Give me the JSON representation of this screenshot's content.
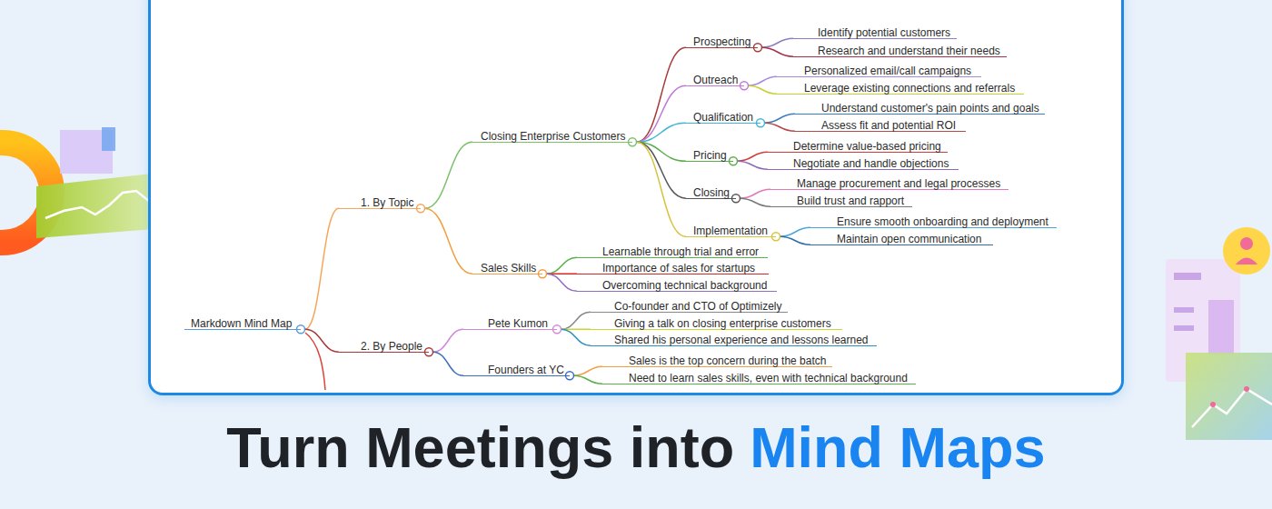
{
  "diagram": {
    "title": "Turn Meetings into",
    "nodes": [
      {
        "text": [
          "Markdown Mind Map"
        ]
      },
      {
        "text": [
          "1. By Topic"
        ]
      },
      {
        "text": [
          "Closing Enterprise Customers"
        ]
      },
      {
        "text": [
          "Prospecting"
        ]
      },
      {
        "text": [
          "Identify potential customers"
        ]
      },
      {
        "text": [
          "Research and understand their needs"
        ]
      },
      {
        "text": [
          "Outreach"
        ]
      },
      {
        "text": [
          "Personalized email/call campaigns"
        ]
      },
      {
        "text": [
          "Leverage existing connections and referrals"
        ]
      },
      {
        "text": [
          "Qualification"
        ]
      },
      {
        "text": [
          "Understand customer's pain points and goals"
        ]
      },
      {
        "text": [
          "Assess fit and potential ROI"
        ]
      },
      {
        "text": [
          "Pricing"
        ]
      },
      {
        "text": [
          "Determine value-based pricing"
        ]
      },
      {
        "text": [
          "Negotiate and handle objections"
        ]
      },
      {
        "text": [
          "Closing"
        ]
      },
      {
        "text": [
          "Manage procurement and legal processes"
        ]
      },
      {
        "text": [
          "Build trust and rapport"
        ]
      },
      {
        "text": [
          "Implementation"
        ]
      },
      {
        "text": [
          "Ensure smooth onboarding and deployment"
        ]
      },
      {
        "text": [
          "Maintain open communication"
        ]
      },
      {
        "text": [
          "Sales Skills"
        ]
      },
      {
        "text": [
          "Learnable through trial and error"
        ]
      },
      {
        "text": [
          "Importance of sales for startups"
        ]
      },
      {
        "text": [
          "Overcoming technical background"
        ]
      },
      {
        "text": [
          "2. By People"
        ]
      },
      {
        "text": [
          "Pete Kumon"
        ]
      },
      {
        "text": [
          "Co-founder and CTO of Optimizely"
        ]
      },
      {
        "text": [
          "Giving a talk on closing enterprise customers"
        ]
      },
      {
        "text": [
          "Shared his personal experience and lessons learned"
        ]
      },
      {
        "text": [
          "Founders at YC"
        ]
      },
      {
        "text": [
          "Sales is the top concern during the batch"
        ]
      },
      {
        "text": [
          "Need to learn sales skills, even with technical background"
        ]
      }
    ],
    "edges": [
      {
        "from": 0,
        "to": 1,
        "arrow": "none"
      },
      {
        "from": 1,
        "to": 2,
        "arrow": "none"
      },
      {
        "from": 2,
        "to": 3,
        "arrow": "none"
      },
      {
        "from": 3,
        "to": 4,
        "arrow": "none"
      },
      {
        "from": 3,
        "to": 5,
        "arrow": "none"
      },
      {
        "from": 2,
        "to": 6,
        "arrow": "none"
      },
      {
        "from": 6,
        "to": 7,
        "arrow": "none"
      },
      {
        "from": 6,
        "to": 8,
        "arrow": "none"
      },
      {
        "from": 2,
        "to": 9,
        "arrow": "none"
      },
      {
        "from": 9,
        "to": 10,
        "arrow": "none"
      },
      {
        "from": 9,
        "to": 11,
        "arrow": "none"
      },
      {
        "from": 2,
        "to": 12,
        "arrow": "none"
      },
      {
        "from": 12,
        "to": 13,
        "arrow": "none"
      },
      {
        "from": 12,
        "to": 14,
        "arrow": "none"
      },
      {
        "from": 2,
        "to": 15,
        "arrow": "none"
      },
      {
        "from": 15,
        "to": 16,
        "arrow": "none"
      },
      {
        "from": 15,
        "to": 17,
        "arrow": "none"
      },
      {
        "from": 2,
        "to": 18,
        "arrow": "none"
      },
      {
        "from": 18,
        "to": 19,
        "arrow": "none"
      },
      {
        "from": 18,
        "to": 20,
        "arrow": "none"
      },
      {
        "from": 1,
        "to": 21,
        "arrow": "none"
      },
      {
        "from": 21,
        "to": 22,
        "arrow": "none"
      },
      {
        "from": 21,
        "to": 23,
        "arrow": "none"
      },
      {
        "from": 21,
        "to": 24,
        "arrow": "none"
      },
      {
        "from": 0,
        "to": 25,
        "arrow": "none"
      },
      {
        "from": 25,
        "to": 26,
        "arrow": "none"
      },
      {
        "from": 26,
        "to": 27,
        "arrow": "none"
      },
      {
        "from": 26,
        "to": 28,
        "arrow": "none"
      },
      {
        "from": 26,
        "to": 29,
        "arrow": "none"
      },
      {
        "from": 25,
        "to": 30,
        "arrow": "none"
      },
      {
        "from": 30,
        "to": 31,
        "arrow": "none"
      },
      {
        "from": 30,
        "to": 32,
        "arrow": "none"
      }
    ],
    "labels": [
      "Mind Maps"
    ]
  }
}
